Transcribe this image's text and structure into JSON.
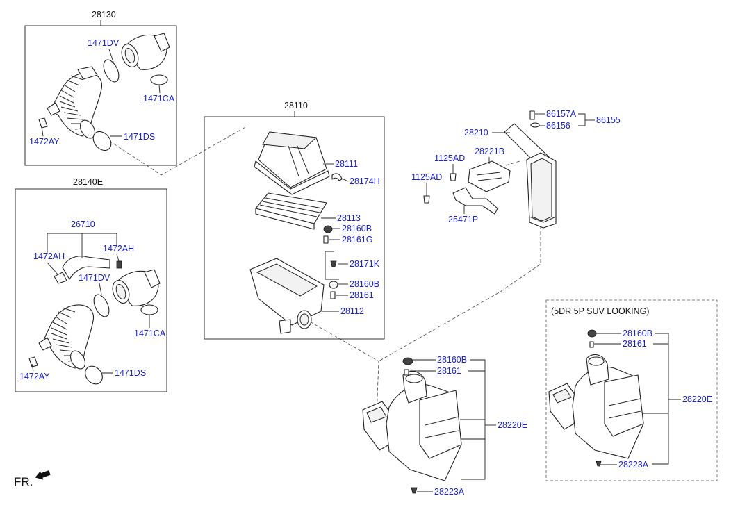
{
  "groups": {
    "upper_hose_kit": "28130",
    "lower_hose_kit": "28140E",
    "air_cleaner": "28110",
    "suv_variant": "(5DR 5P SUV LOOKING)"
  },
  "parts": {
    "u_1471DV": "1471DV",
    "u_1471CA": "1471CA",
    "u_1472AY": "1472AY",
    "u_1471DS": "1471DS",
    "l_26710": "26710",
    "l_1472AH_left": "1472AH",
    "l_1472AH_right": "1472AH",
    "l_1471DV": "1471DV",
    "l_1471CA": "1471CA",
    "l_1472AY": "1472AY",
    "l_1471DS": "1471DS",
    "c_28111": "28111",
    "c_28174H": "28174H",
    "c_28113": "28113",
    "c_28160B": "28160B",
    "c_28161G": "28161G",
    "c_28171K": "28171K",
    "c_28160B_2": "28160B",
    "c_28161": "28161",
    "c_28112": "28112",
    "r_86157A": "86157A",
    "r_86156": "86156",
    "r_86155": "86155",
    "r_28210": "28210",
    "r_1125AD_top": "1125AD",
    "r_28221B": "28221B",
    "r_1125AD_bottom": "1125AD",
    "r_25471P": "25471P",
    "d_28160B": "28160B",
    "d_28161": "28161",
    "d_28220E": "28220E",
    "d_28223A": "28223A",
    "s_28160B": "28160B",
    "s_28161": "28161",
    "s_28220E": "28220E",
    "s_28223A": "28223A"
  },
  "orientation_marker": "FR.",
  "colors": {
    "label": "#1a22c8",
    "line": "#222222"
  }
}
